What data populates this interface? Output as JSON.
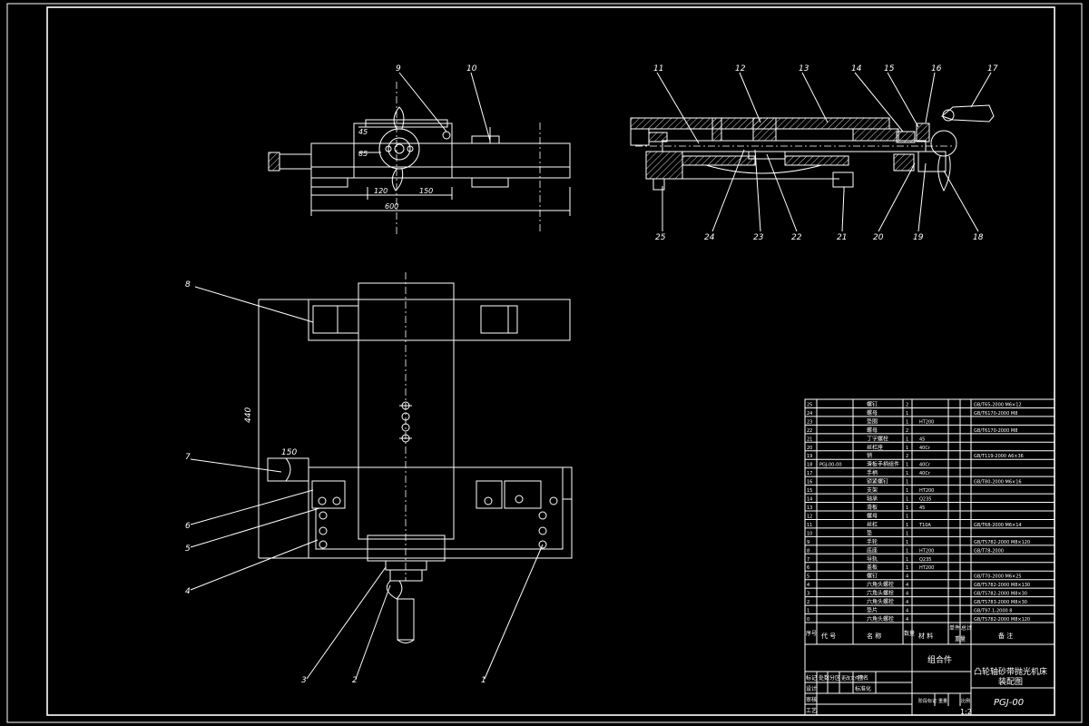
{
  "drawing": {
    "view_front": {
      "dims": {
        "d_45": "45",
        "d_85": "85",
        "d_120": "120",
        "d_150": "150",
        "d_600": "600"
      }
    },
    "view_plan": {
      "dims": {
        "d_150": "150",
        "d_440": "440"
      }
    },
    "balloons_top_left": [
      "9",
      "10"
    ],
    "balloons_top_right_top": [
      "11",
      "12",
      "13",
      "14",
      "15",
      "16",
      "17"
    ],
    "balloons_top_right_bottom": [
      "25",
      "24",
      "23",
      "22",
      "21",
      "20",
      "19",
      "18"
    ],
    "balloons_left": [
      "8",
      "7",
      "6",
      "5",
      "4"
    ],
    "balloons_bottom": [
      "3",
      "2",
      "1"
    ]
  },
  "title_block": {
    "part_name": "组合件",
    "drawing_title_line1": "凸轮轴砂带抛光机床",
    "drawing_title_line2": "装配图",
    "drawing_number": "PGJ-00",
    "scale": "1:2",
    "headers": {
      "seq": "序号",
      "code": "代 号",
      "name": "名 称",
      "qty": "数量",
      "material": "材 料",
      "unit_weight": "单件",
      "total_weight": "总计",
      "weight": "重量",
      "note": "备 注"
    },
    "sign_rows": [
      [
        "标记",
        "处数",
        "分区",
        "更改文件号",
        "签名"
      ],
      [
        "设计",
        "",
        "标准化"
      ],
      [
        "审核"
      ],
      [
        "工艺"
      ]
    ],
    "sign_labels": {
      "design": "设计",
      "review": "审核",
      "process": "工艺",
      "standard": "标准化",
      "stage": "阶段标记",
      "weight": "重量",
      "scale": "比例"
    }
  },
  "bom": [
    {
      "no": "25",
      "code": "",
      "name": "螺钉",
      "qty": "2",
      "material": "",
      "note": "GB/T65-2000 M6×12"
    },
    {
      "no": "24",
      "code": "",
      "name": "螺母",
      "qty": "1",
      "material": "",
      "note": "GB/T6170-2000 M8"
    },
    {
      "no": "23",
      "code": "",
      "name": "垫圈",
      "qty": "1",
      "material": "HT200",
      "note": ""
    },
    {
      "no": "22",
      "code": "",
      "name": "螺母",
      "qty": "2",
      "material": "",
      "note": "GB/T6170-2000 M8"
    },
    {
      "no": "21",
      "code": "",
      "name": "丁字螺栓",
      "qty": "1",
      "material": "45",
      "note": ""
    },
    {
      "no": "20",
      "code": "",
      "name": "丝杠座",
      "qty": "1",
      "material": "40Cr",
      "note": ""
    },
    {
      "no": "19",
      "code": "",
      "name": "销",
      "qty": "2",
      "material": "",
      "note": "GB/T119-2000 A6×36"
    },
    {
      "no": "18",
      "code": "PGJ-00-00",
      "name": "滑板手柄组件",
      "qty": "1",
      "material": "40Cr",
      "note": ""
    },
    {
      "no": "17",
      "code": "",
      "name": "手柄",
      "qty": "1",
      "material": "40Cr",
      "note": ""
    },
    {
      "no": "16",
      "code": "",
      "name": "锁紧螺钉",
      "qty": "1",
      "material": "",
      "note": "GB/T80-2000 M6×16"
    },
    {
      "no": "15",
      "code": "",
      "name": "支架",
      "qty": "1",
      "material": "HT200",
      "note": ""
    },
    {
      "no": "14",
      "code": "",
      "name": "轴承",
      "qty": "1",
      "material": "Q235",
      "note": ""
    },
    {
      "no": "13",
      "code": "",
      "name": "滑板",
      "qty": "1",
      "material": "45",
      "note": ""
    },
    {
      "no": "12",
      "code": "",
      "name": "螺母",
      "qty": "1",
      "material": "",
      "note": ""
    },
    {
      "no": "11",
      "code": "",
      "name": "丝杠",
      "qty": "1",
      "material": "T10A",
      "note": "GB/T68-2000 M6×14"
    },
    {
      "no": "10",
      "code": "",
      "name": "垫",
      "qty": "1",
      "material": "",
      "note": ""
    },
    {
      "no": "9",
      "code": "",
      "name": "手轮",
      "qty": "1",
      "material": "",
      "note": "GB/T5782-2000 M8×120"
    },
    {
      "no": "8",
      "code": "",
      "name": "底座",
      "qty": "1",
      "material": "HT200",
      "note": "GB/T78-2000"
    },
    {
      "no": "7",
      "code": "",
      "name": "导轨",
      "qty": "1",
      "material": "Q235",
      "note": ""
    },
    {
      "no": "6",
      "code": "",
      "name": "盖板",
      "qty": "1",
      "material": "HT200",
      "note": ""
    },
    {
      "no": "5",
      "code": "",
      "name": "螺钉",
      "qty": "4",
      "material": "",
      "note": "GB/T70-2000 M6×25"
    },
    {
      "no": "4",
      "code": "",
      "name": "六角头螺栓",
      "qty": "4",
      "material": "",
      "note": "GB/T5782-2000 M8×130"
    },
    {
      "no": "3",
      "code": "",
      "name": "六角头螺栓",
      "qty": "4",
      "material": "",
      "note": "GB/T5782-2000 M8×30"
    },
    {
      "no": "2",
      "code": "",
      "name": "六角头螺栓",
      "qty": "4",
      "material": "",
      "note": "GB/T5783-2000 M8×30"
    },
    {
      "no": "1",
      "code": "",
      "name": "垫片",
      "qty": "4",
      "material": "",
      "note": "GB/T97.1-2000 8"
    },
    {
      "no": "0",
      "code": "",
      "name": "六角头螺栓",
      "qty": "4",
      "material": "",
      "note": "GB/T5782-2000 M8×120"
    }
  ]
}
